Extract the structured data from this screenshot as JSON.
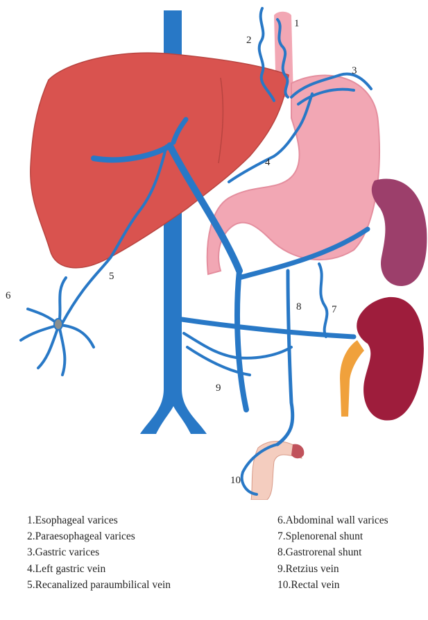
{
  "labels": {
    "n1": "1",
    "n2": "2",
    "n3": "3",
    "n4": "4",
    "n5": "5",
    "n6": "6",
    "n7": "7",
    "n8": "8",
    "n9": "9",
    "n10": "10"
  },
  "legend": {
    "left": [
      "1.Esophageal varices",
      "2.Paraesophageal varices",
      "3.Gastric varices",
      "4.Left gastric vein",
      "5.Recanalized paraumbilical vein"
    ],
    "right": [
      "6.Abdominal wall varices",
      "7.Splenorenal shunt",
      "8.Gastrorenal shunt",
      "9.Retzius vein",
      "10.Rectal vein"
    ]
  },
  "colors": {
    "vein": "#2878c6",
    "liver": "#d9534f",
    "stomach": "#f2a7b4",
    "spleen": "#9c3f6b",
    "kidney": "#9e1d3c",
    "ureter": "#f0a13c",
    "rectum": "#f4cdbf"
  }
}
